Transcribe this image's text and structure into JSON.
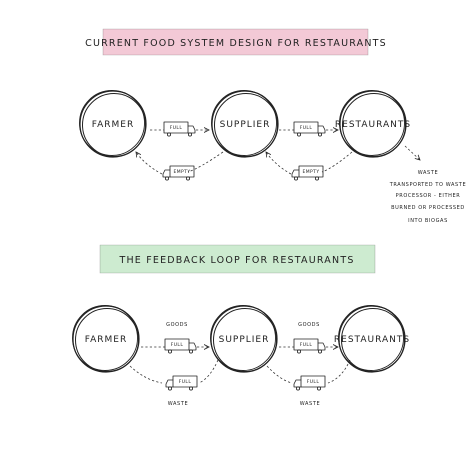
{
  "diagrams": [
    {
      "title": "Current food system design for Restaurants",
      "title_bg": "#f3c9d6",
      "nodes": [
        "Farmer",
        "Supplier",
        "Restaurants"
      ],
      "links": [
        {
          "top_truck": "Full",
          "bottom_truck": "Empty"
        },
        {
          "top_truck": "Full",
          "bottom_truck": "Empty"
        }
      ],
      "waste_note": [
        "Waste",
        "transported to waste",
        "processor - either",
        "burned or processed",
        "into biogas"
      ]
    },
    {
      "title": "The feedback loop for restaurants",
      "title_bg": "#cdebd0",
      "nodes": [
        "Farmer",
        "Supplier",
        "Restaurants"
      ],
      "links": [
        {
          "top_label": "Goods",
          "top_truck": "Full",
          "bottom_truck": "Full",
          "bottom_label": "Waste"
        },
        {
          "top_label": "Goods",
          "top_truck": "Full",
          "bottom_truck": "Full",
          "bottom_label": "Waste"
        }
      ]
    }
  ]
}
